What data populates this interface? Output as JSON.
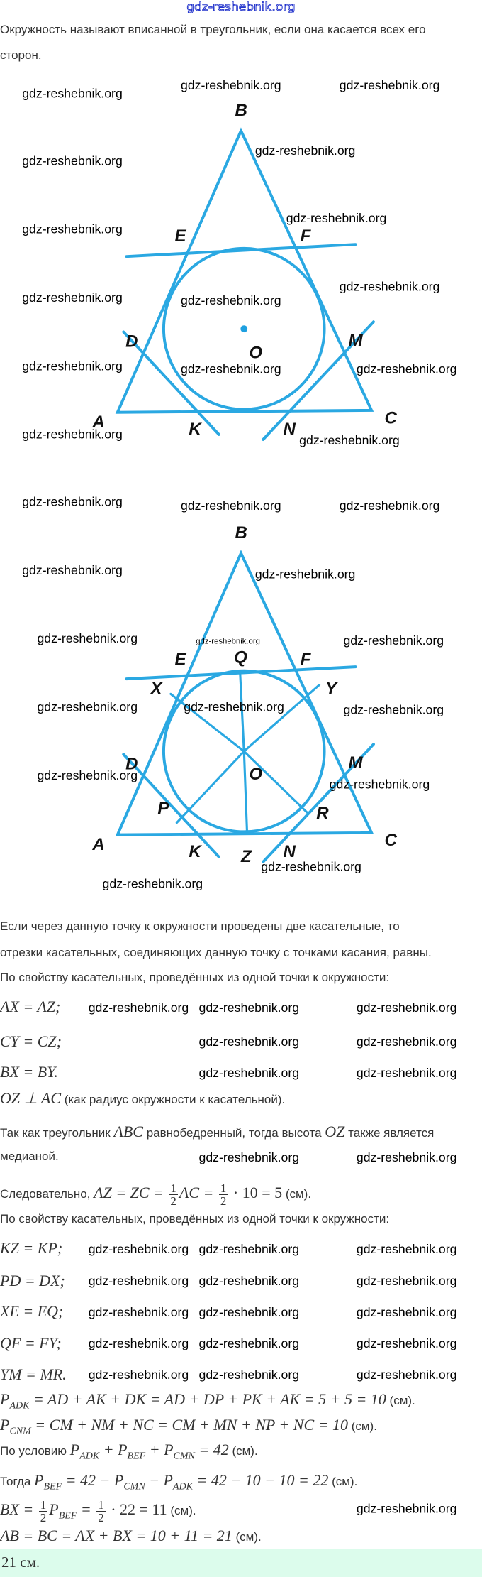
{
  "header_watermark": "gdz-reshebnik.org",
  "watermark_text": "gdz-reshebnik.org",
  "colors": {
    "figure_line": "#2aa8e2",
    "answer_bg": "#dcfcec"
  },
  "intro": {
    "line1": "Окружность называют вписанной в треугольник, если она касается всех его",
    "line2": "сторон."
  },
  "figure1": {
    "labels": {
      "B": "B",
      "E": "E",
      "F": "F",
      "D": "D",
      "M": "M",
      "O": "O",
      "A": "A",
      "K": "K",
      "N": "N",
      "C": "C"
    }
  },
  "figure2": {
    "labels": {
      "B": "B",
      "E": "E",
      "Q": "Q",
      "F": "F",
      "X": "X",
      "Y": "Y",
      "D": "D",
      "M": "M",
      "O": "O",
      "P": "P",
      "R": "R",
      "A": "A",
      "K": "K",
      "Z": "Z",
      "N": "N",
      "C": "C"
    }
  },
  "solution": {
    "p1a": "Если через данную точку к окружности проведены две касательные, то",
    "p1b": "отрезки касательных, соединяющих данную точку с точками касания, равны.",
    "p2": "По свойству касательных, проведённых из одной точки к окружности:",
    "eq1": "AX = AZ;",
    "eq2": "CY = CZ;",
    "eq3": "BX = BY.",
    "eq4": "OZ ⊥ AC",
    "eq4_note": " (как радиус окружности к касательной).",
    "p3a": "Так как треугольник ",
    "p3b": "ABC",
    "p3c": " равнобедренный, тогда высота ",
    "p3d": "OZ",
    "p3e": " также является",
    "p3f": "медианой.",
    "p4a": "Следовательно, ",
    "p4b": "AZ = ZC = ",
    "p4c": "AC = ",
    "p4d": " · 10 = 5",
    "p4e": " (см).",
    "one": "1",
    "two": "2",
    "p5": "По свойству касательных, проведённых из одной точки к окружности:",
    "eq5": "KZ = KP;",
    "eq6": "PD = DX;",
    "eq7": "XE = EQ;",
    "eq8": "QF = FY;",
    "eq9": "YM = MR.",
    "padk": "ADK",
    "pcnm": "CNM",
    "pbef": "BEF",
    "pcmn": "CMN",
    "eq10": " = AD + AK + DK = AD + DP + PK + AK = 5 + 5 = 10",
    "eq11": " = CM + NM + NC = CM + MN + NP + NC = 10",
    "cm": " (см).",
    "p6": "По условию ",
    "eq12": " = 42",
    "p7": "Тогда ",
    "eq13a": " = 42 − ",
    "eq13b": " − ",
    "eq13c": " = 42 − 10 − 10 = 22",
    "eq14a": "BX = ",
    "eq14b": " = ",
    "eq14c": " · 22 = 11",
    "eq15": "AB = BC = AX + BX = 10 + 11 = 21",
    "plus": " + ",
    "eqs": " = "
  },
  "answer": "21 см."
}
